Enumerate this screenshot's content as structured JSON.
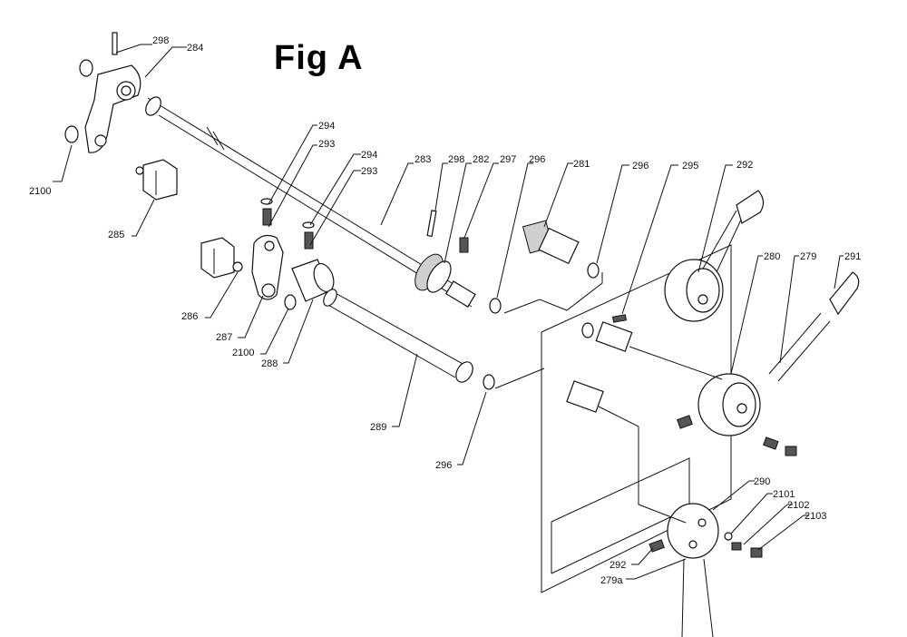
{
  "title": "Fig A",
  "labels": {
    "l298a": "298",
    "l284": "284",
    "l2100a": "2100",
    "l285": "285",
    "l294a": "294",
    "l293a": "293",
    "l294b": "294",
    "l293b": "293",
    "l283": "283",
    "l298b": "298",
    "l282": "282",
    "l297": "297",
    "l296a": "296",
    "l281": "281",
    "l296b": "296",
    "l295": "295",
    "l292a": "292",
    "l280": "280",
    "l279": "279",
    "l291": "291",
    "l286": "286",
    "l287": "287",
    "l2100b": "2100",
    "l288": "288",
    "l289": "289",
    "l296c": "296",
    "l290": "290",
    "l2101": "2101",
    "l2102": "2102",
    "l2103": "2103",
    "l292b": "292",
    "l279a": "279a"
  }
}
